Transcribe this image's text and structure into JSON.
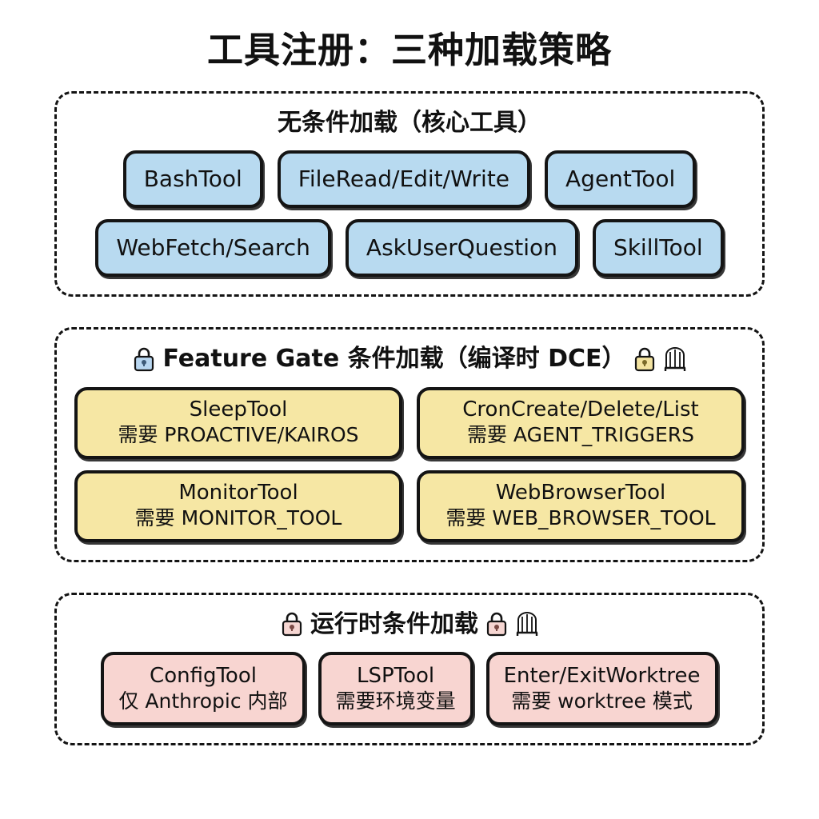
{
  "title": "工具注册：三种加载策略",
  "colors": {
    "blue_fill": "#b8daf0",
    "yellow_fill": "#f6e7a4",
    "pink_fill": "#f8d5d1",
    "outline": "#141414",
    "background": "#ffffff",
    "lock_blue": "#b8d6f0",
    "lock_yellow": "#f3e3a0",
    "lock_pink": "#f6d6d2"
  },
  "sections": [
    {
      "id": "unconditional",
      "header": "无条件加载（核心工具）",
      "icons_left": [],
      "icons_right": [],
      "chip_color": "blue",
      "rows": [
        [
          {
            "line1": "BashTool",
            "line2": ""
          },
          {
            "line1": "FileRead/Edit/Write",
            "line2": ""
          },
          {
            "line1": "AgentTool",
            "line2": ""
          }
        ],
        [
          {
            "line1": "WebFetch/Search",
            "line2": ""
          },
          {
            "line1": "AskUserQuestion",
            "line2": ""
          },
          {
            "line1": "SkillTool",
            "line2": ""
          }
        ]
      ]
    },
    {
      "id": "feature-gate",
      "header": "Feature Gate 条件加载（编译时 DCE）",
      "icons_left": [
        "lock-blue-icon"
      ],
      "icons_right": [
        "lock-yellow-icon",
        "gate-icon"
      ],
      "chip_color": "yellow",
      "rows": [
        [
          {
            "line1": "SleepTool",
            "line2": "需要 PROACTIVE/KAIROS"
          },
          {
            "line1": "CronCreate/Delete/List",
            "line2": "需要 AGENT_TRIGGERS"
          }
        ],
        [
          {
            "line1": "MonitorTool",
            "line2": "需要 MONITOR_TOOL"
          },
          {
            "line1": "WebBrowserTool",
            "line2": "需要 WEB_BROWSER_TOOL"
          }
        ]
      ]
    },
    {
      "id": "runtime",
      "header": "运行时条件加载",
      "icons_left": [
        "lock-pink-icon"
      ],
      "icons_right": [
        "lock-pink-icon",
        "gate-icon"
      ],
      "chip_color": "pink",
      "rows": [
        [
          {
            "line1": "ConfigTool",
            "line2": "仅 Anthropic 内部"
          },
          {
            "line1": "LSPTool",
            "line2": "需要环境变量"
          },
          {
            "line1": "Enter/ExitWorktree",
            "line2": "需要 worktree 模式"
          }
        ]
      ]
    }
  ]
}
